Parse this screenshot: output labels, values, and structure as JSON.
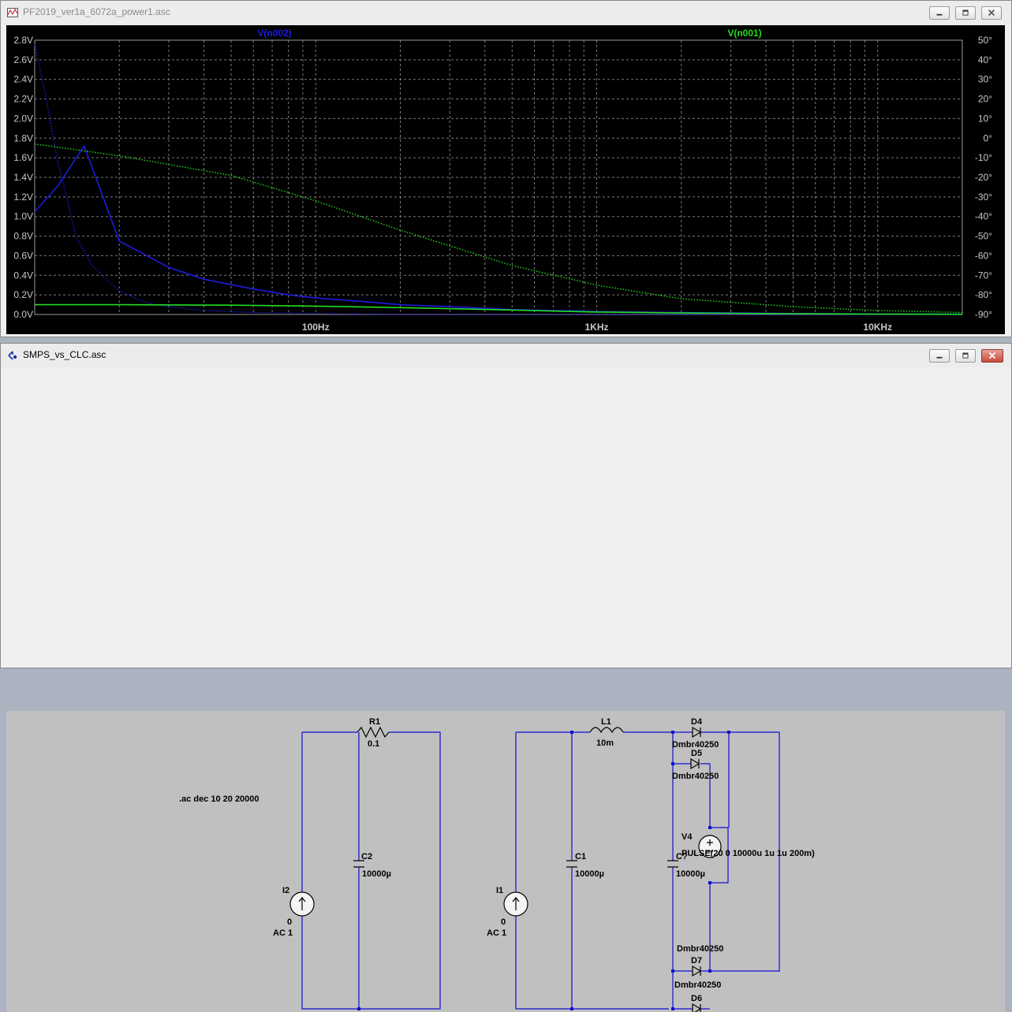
{
  "plot_window": {
    "title": "PF2019_ver1a_6072a_power1.asc",
    "traces": [
      {
        "name": "V(n002)",
        "color": "#1c1ce0"
      },
      {
        "name": "V(n001)",
        "color": "#22dd22"
      }
    ],
    "left_ticks": [
      "2.8V",
      "2.6V",
      "2.4V",
      "2.2V",
      "2.0V",
      "1.8V",
      "1.6V",
      "1.4V",
      "1.2V",
      "1.0V",
      "0.8V",
      "0.6V",
      "0.4V",
      "0.2V",
      "0.0V"
    ],
    "right_ticks": [
      "50°",
      "40°",
      "30°",
      "20°",
      "10°",
      "0°",
      "-10°",
      "-20°",
      "-30°",
      "-40°",
      "-50°",
      "-60°",
      "-70°",
      "-80°",
      "-90°"
    ],
    "x_ticks": [
      "100Hz",
      "1KHz",
      "10KHz"
    ],
    "chart_data": {
      "type": "line",
      "x_scale": "log",
      "xlim": [
        10,
        20000
      ],
      "ylim_left": [
        0,
        2.8
      ],
      "ylim_right": [
        -90,
        50
      ],
      "grid": true,
      "series": [
        {
          "name": "V(n002)",
          "kind": "magnitude",
          "color": "#1c1ce0",
          "x": [
            10,
            12,
            15,
            20,
            30,
            40,
            60,
            80,
            100,
            150,
            200,
            300,
            500,
            1000,
            2000,
            5000,
            10000,
            20000
          ],
          "y": [
            1.05,
            1.3,
            1.72,
            0.75,
            0.48,
            0.36,
            0.26,
            0.2,
            0.17,
            0.13,
            0.1,
            0.08,
            0.05,
            0.03,
            0.02,
            0.01,
            0.005,
            0.003
          ]
        },
        {
          "name": "V(n002)",
          "kind": "phase",
          "color": "#1c1ce0",
          "x": [
            10,
            11,
            12,
            13,
            14,
            16,
            18,
            20,
            25,
            30,
            40,
            60,
            100,
            200,
            20000
          ],
          "y": [
            48,
            20,
            -10,
            -30,
            -50,
            -65,
            -72,
            -78,
            -84,
            -86,
            -88,
            -89,
            -89.5,
            -90,
            -90
          ]
        },
        {
          "name": "V(n001)",
          "kind": "magnitude",
          "color": "#22dd22",
          "x": [
            10,
            20,
            50,
            100,
            200,
            500,
            1000,
            2000,
            5000,
            10000,
            20000
          ],
          "y": [
            0.1,
            0.1,
            0.095,
            0.085,
            0.07,
            0.045,
            0.025,
            0.015,
            0.008,
            0.004,
            0.002
          ]
        },
        {
          "name": "V(n001)",
          "kind": "phase",
          "color": "#22dd22",
          "x": [
            10,
            20,
            50,
            100,
            200,
            500,
            1000,
            2000,
            5000,
            10000,
            20000
          ],
          "y": [
            -3,
            -9,
            -19,
            -32,
            -47,
            -65,
            -75,
            -82,
            -86,
            -88,
            -89
          ]
        }
      ]
    }
  },
  "schematic_window": {
    "title": "SMPS_vs_CLC.asc",
    "directive": ".ac dec 10 20 20000",
    "components": [
      {
        "ref": "R1",
        "value": "0.1"
      },
      {
        "ref": "C2",
        "value": "10000µ"
      },
      {
        "ref": "I2",
        "value": "0",
        "extra": "AC 1"
      },
      {
        "ref": "L1",
        "value": "10m"
      },
      {
        "ref": "C1",
        "value": "10000µ"
      },
      {
        "ref": "I1",
        "value": "0",
        "extra": "AC 1"
      },
      {
        "ref": "C?",
        "value": "10000µ"
      },
      {
        "ref": "V4",
        "value": "PULSE(20 0 10000u 1u 1u 200m)"
      },
      {
        "ref": "D4",
        "value": "Dmbr40250"
      },
      {
        "ref": "D5",
        "value": "Dmbr40250"
      },
      {
        "ref": "D7",
        "value": "Dmbr40250"
      },
      {
        "ref": "D6",
        "value": "Dmbr40250"
      }
    ]
  }
}
